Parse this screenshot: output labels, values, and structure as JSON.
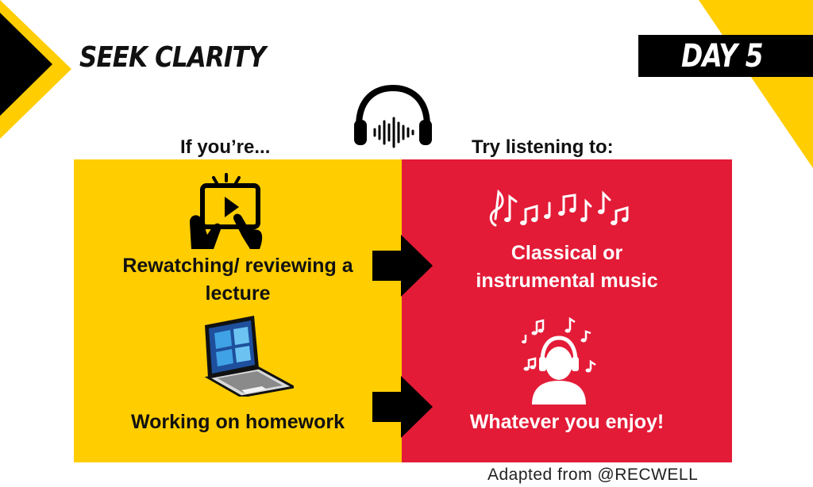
{
  "header": {
    "title": "SEEK CLARITY",
    "day_badge": "DAY 5"
  },
  "columns": {
    "left_heading": "If you’re...",
    "right_heading": "Try listening to:"
  },
  "rows": [
    {
      "activity": "Rewatching/ reviewing a lecture",
      "activity_icon": "video-lecture-icon",
      "suggestion": "Classical or instrumental music",
      "suggestion_icon": "music-notes-icon"
    },
    {
      "activity": "Working on homework",
      "activity_icon": "laptop-icon",
      "suggestion": "Whatever you enjoy!",
      "suggestion_icon": "person-headphones-icon"
    }
  ],
  "footer": "Adapted from @RECWELL",
  "colors": {
    "yellow": "#ffcd00",
    "red": "#e31b37",
    "black": "#000000",
    "white": "#ffffff"
  }
}
